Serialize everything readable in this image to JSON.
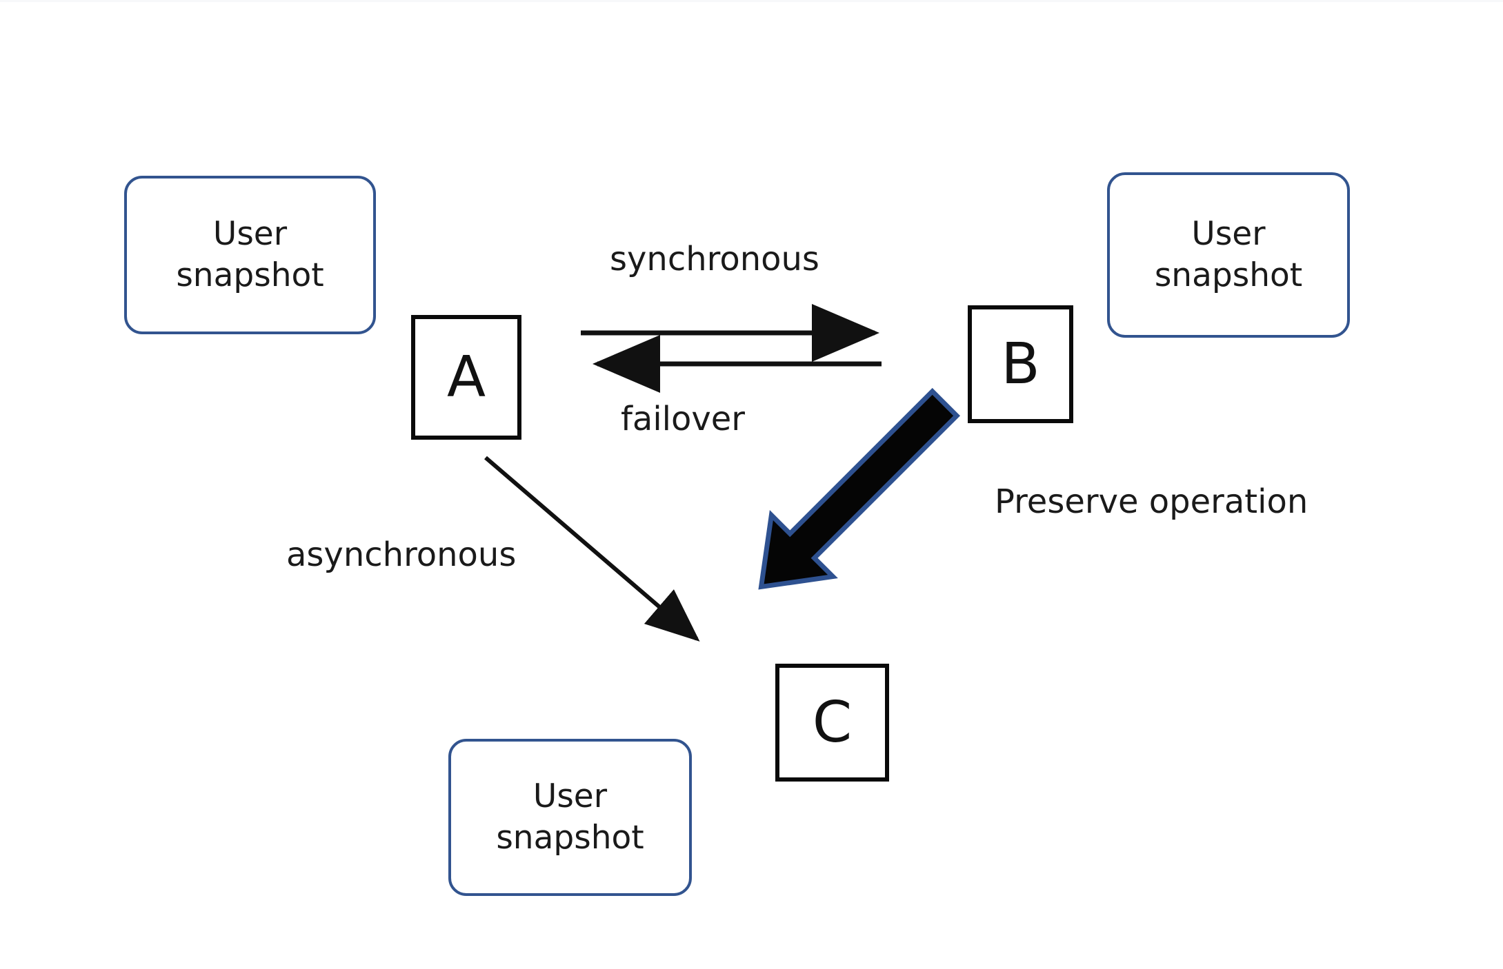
{
  "diagram": {
    "title_present": false,
    "background": "#ffffff",
    "colors": {
      "note_border": "#32548F",
      "node_border": "#0A0A0A",
      "arrow_thin": "#111111",
      "arrow_thick_fill": "#050505",
      "arrow_thick_outline": "#2E5190",
      "text": "#1A1A1A"
    },
    "notes": [
      {
        "id": "note-a",
        "line1": "User",
        "line2": "snapshot"
      },
      {
        "id": "note-b",
        "line1": "User",
        "line2": "snapshot"
      },
      {
        "id": "note-c",
        "line1": "User",
        "line2": "snapshot"
      }
    ],
    "nodes": [
      {
        "id": "node-a",
        "label": "A"
      },
      {
        "id": "node-b",
        "label": "B"
      },
      {
        "id": "node-c",
        "label": "C"
      }
    ],
    "edges": [
      {
        "id": "edge-sync",
        "label": "synchronous",
        "from": "A",
        "to": "B",
        "style": "thin-arrow"
      },
      {
        "id": "edge-failover",
        "label": "failover",
        "from": "B",
        "to": "A",
        "style": "thin-arrow"
      },
      {
        "id": "edge-async",
        "label": "asynchronous",
        "from": "A",
        "to": "C",
        "style": "thin-arrow-diagonal"
      },
      {
        "id": "edge-preserve",
        "label": "Preserve operation",
        "from": "B",
        "to": "C",
        "style": "thick-block-arrow"
      }
    ]
  }
}
